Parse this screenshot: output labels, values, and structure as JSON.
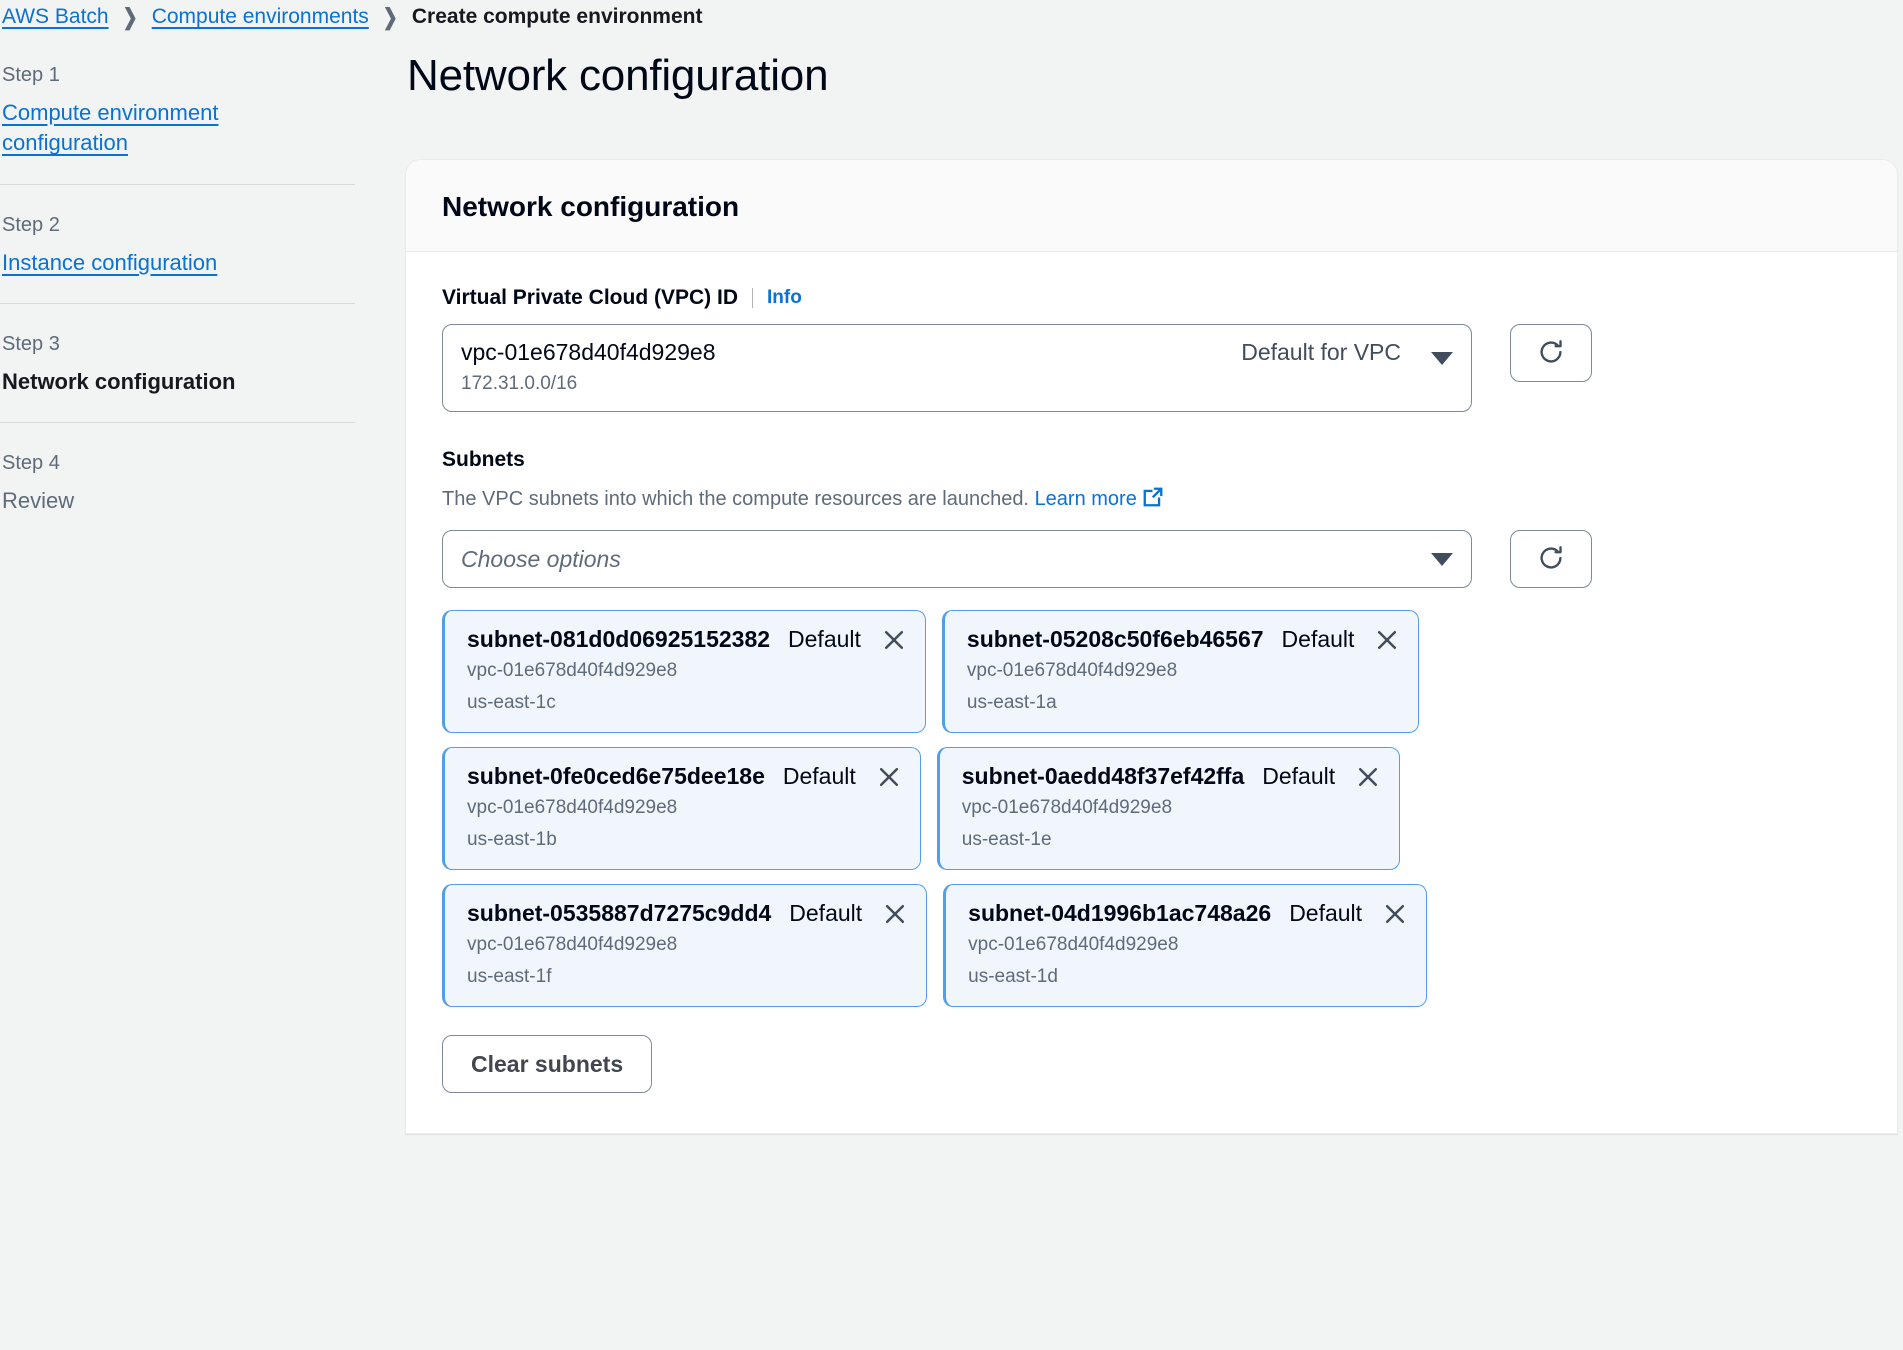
{
  "breadcrumb": {
    "items": [
      {
        "label": "AWS Batch",
        "type": "link"
      },
      {
        "label": "Compute environments",
        "type": "link"
      },
      {
        "label": "Create compute environment",
        "type": "current"
      }
    ],
    "separator": "❯"
  },
  "sidebar": {
    "steps": [
      {
        "kicker": "Step 1",
        "label": "Compute environment configuration",
        "state": "link"
      },
      {
        "kicker": "Step 2",
        "label": "Instance configuration",
        "state": "link"
      },
      {
        "kicker": "Step 3",
        "label": "Network configuration",
        "state": "current"
      },
      {
        "kicker": "Step 4",
        "label": "Review",
        "state": "plain"
      }
    ]
  },
  "main": {
    "page_title": "Network configuration",
    "card": {
      "header_title": "Network configuration",
      "vpc": {
        "label": "Virtual Private Cloud (VPC) ID",
        "info_label": "Info",
        "value": "vpc-01e678d40f4d929e8",
        "cidr": "172.31.0.0/16",
        "badge": "Default for VPC",
        "refresh_icon": "refresh-icon",
        "caret_icon": "chevron-down-icon"
      },
      "subnets": {
        "label": "Subnets",
        "description": "The VPC subnets into which the compute resources are launched.",
        "learn_more_label": "Learn more",
        "learn_more_icon": "external-link-icon",
        "placeholder": "Choose options",
        "refresh_icon": "refresh-icon",
        "caret_icon": "chevron-down-icon",
        "dismiss_icon": "close-icon",
        "tokens": [
          {
            "id": "subnet-081d0d06925152382",
            "badge": "Default",
            "vpc": "vpc-01e678d40f4d929e8",
            "az": "us-east-1c"
          },
          {
            "id": "subnet-05208c50f6eb46567",
            "badge": "Default",
            "vpc": "vpc-01e678d40f4d929e8",
            "az": "us-east-1a"
          },
          {
            "id": "subnet-0fe0ced6e75dee18e",
            "badge": "Default",
            "vpc": "vpc-01e678d40f4d929e8",
            "az": "us-east-1b"
          },
          {
            "id": "subnet-0aedd48f37ef42ffa",
            "badge": "Default",
            "vpc": "vpc-01e678d40f4d929e8",
            "az": "us-east-1e"
          },
          {
            "id": "subnet-0535887d7275c9dd4",
            "badge": "Default",
            "vpc": "vpc-01e678d40f4d929e8",
            "az": "us-east-1f"
          },
          {
            "id": "subnet-04d1996b1ac748a26",
            "badge": "Default",
            "vpc": "vpc-01e678d40f4d929e8",
            "az": "us-east-1d"
          }
        ],
        "clear_button": "Clear subnets"
      }
    }
  },
  "colors": {
    "link": "#0972d3",
    "token_border": "#539fe5",
    "token_bg": "#f0f6fb",
    "page_bg": "#f2f3f3",
    "text": "#000716",
    "muted": "#5f6b7a"
  }
}
